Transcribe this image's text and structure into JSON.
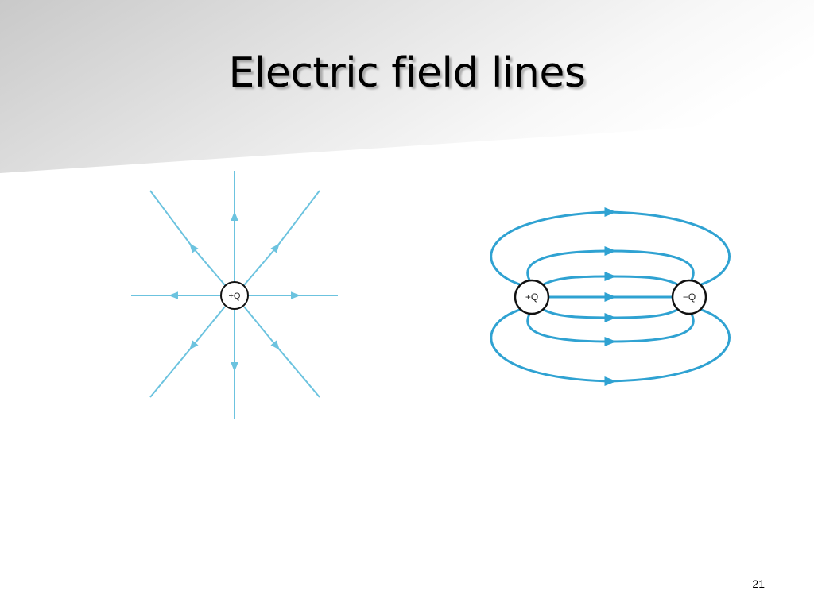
{
  "slide": {
    "title": "Electric field lines",
    "page_number": "21"
  },
  "diagrams": {
    "single_charge": {
      "charge_label": "+Q"
    },
    "dipole": {
      "positive_label": "+Q",
      "negative_label": "−Q"
    }
  },
  "colors": {
    "field_line_single": "#6cc3df",
    "field_line_dipole": "#2fa2d2",
    "charge_outline": "#111111",
    "header_gray": "#d6d6d6"
  }
}
